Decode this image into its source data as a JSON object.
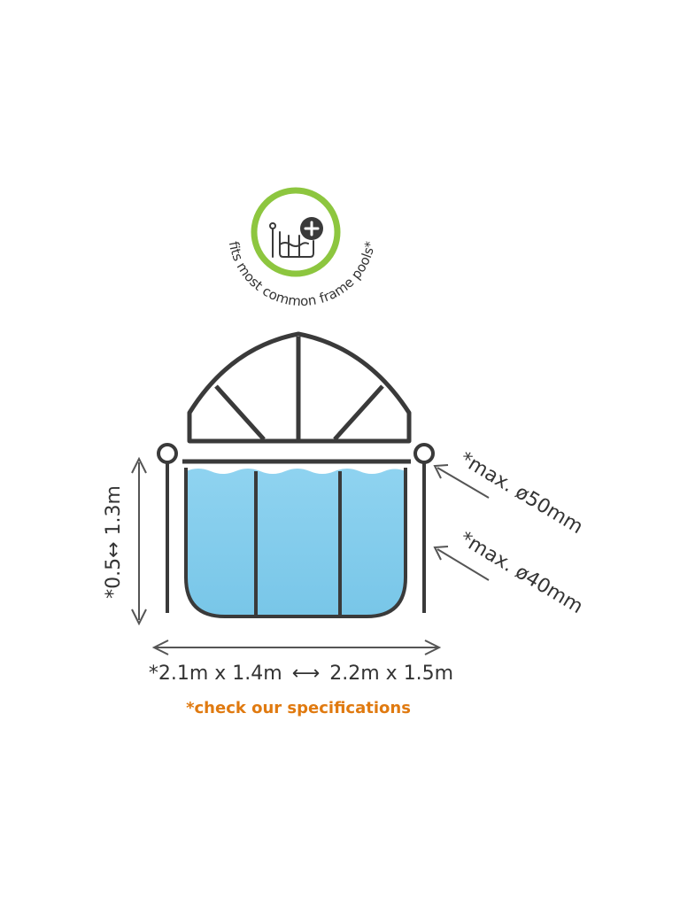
{
  "badge": {
    "text": "fits most common frame pools*",
    "icon": "pool-plus-icon",
    "ring_color": "#8dc63f"
  },
  "dimensions": {
    "height_range": "*0.5↔ 1.3m",
    "size_min": "*2.1m x 1.4m",
    "size_max": "2.2m x 1.5m",
    "pipe_top": "*max. ø50mm",
    "pipe_bottom": "*max. ø40mm"
  },
  "footnote": {
    "text": "*check our specifications",
    "color": "#e07a10"
  },
  "colors": {
    "line": "#3a3a3a",
    "water": "#86cdec",
    "water_dark": "#6fbde0"
  }
}
